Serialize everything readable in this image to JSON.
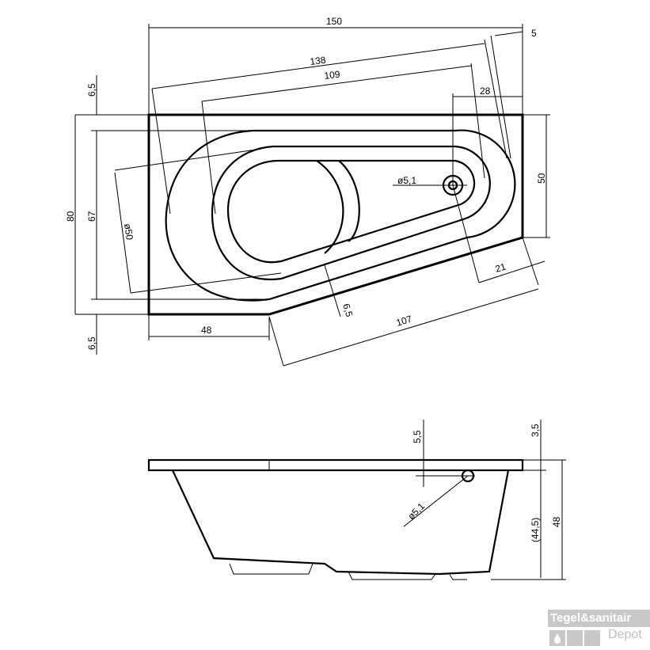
{
  "top_view": {
    "dimensions": {
      "total_length": "150",
      "corner_offset": "5",
      "diagonal_length": "138",
      "inner_diagonal": "109",
      "drain_offset": "28",
      "rim_top": "6,5",
      "total_width": "80",
      "inner_width": "67",
      "narrow_end_width": "50",
      "bowl_diameter": "ø50",
      "drain_diameter": "ø5,1",
      "drain_edge": "21",
      "rim_slant": "6,5",
      "slant_length": "107",
      "straight_bottom": "48",
      "rim_bottom": "6,5"
    }
  },
  "side_view": {
    "dimensions": {
      "overflow_depth": "5,5",
      "rim_thickness": "3,5",
      "overflow_diameter": "ø5,1",
      "inner_depth": "(44,5)",
      "total_height": "48"
    }
  },
  "logo": {
    "brand": "Tegel&sanitair",
    "sub": "Depot",
    "color": "#c8c8c8"
  }
}
